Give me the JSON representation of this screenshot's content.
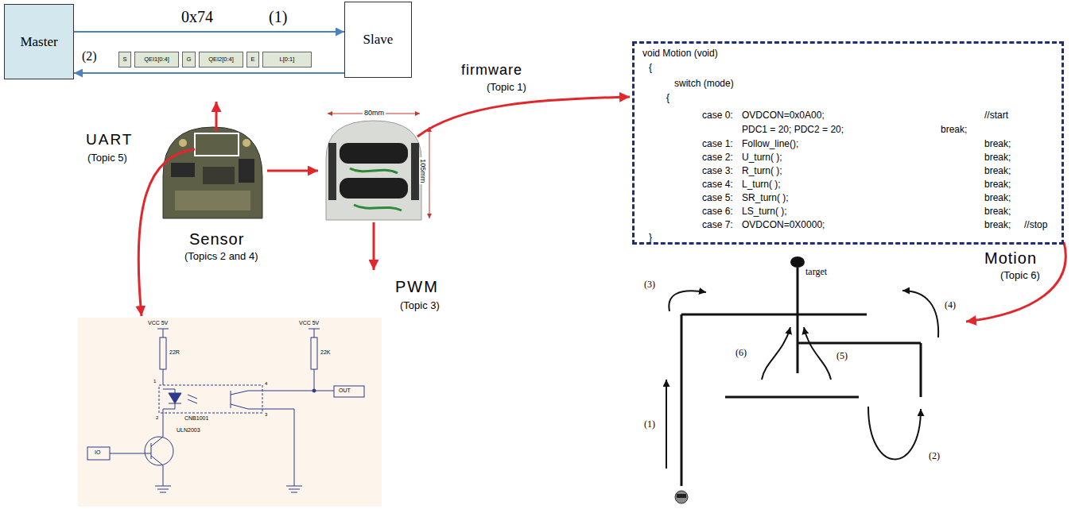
{
  "diagram": {
    "nodes": [
      {
        "text": [
          "Master"
        ]
      },
      {
        "text": [
          "Slave"
        ]
      },
      {
        "text": [
          "S"
        ]
      },
      {
        "text": [
          "QEI1[0:4]"
        ]
      },
      {
        "text": [
          "G"
        ]
      },
      {
        "text": [
          "QEI2[0:4]"
        ]
      },
      {
        "text": [
          "E"
        ]
      },
      {
        "text": [
          "L[0:1]"
        ]
      },
      {
        "text": [
          "void Motion (void)",
          "{",
          "switch (mode)",
          "{",
          "case 0:",
          "OVDCON=0x0A00;",
          "//start",
          "PDC1 = 20; PDC2 = 20;",
          "break;",
          "case 1:",
          "Follow_line();",
          "break;",
          "case 2:",
          "U_turn( );",
          "break;",
          "case 3:",
          "R_turn( );",
          "break;",
          "case 4:",
          "L_turn( );",
          "break;",
          "case 5:",
          "SR_turn( );",
          "break;",
          "case 6:",
          "LS_turn( );",
          "break;",
          "case 7:",
          "OVDCON=0X0000;",
          "break;",
          "//stop",
          "}"
        ]
      }
    ],
    "edges": [
      {
        "from": 0,
        "to": 1,
        "label": "0x74",
        "arrow": "to"
      },
      {
        "from": 1,
        "to": 0,
        "arrow": "to"
      }
    ],
    "labels": [
      "(1)",
      "(2)",
      "UART",
      "(Topic 5)",
      "firmware",
      "(Topic 1)",
      "80mm",
      "105mm",
      "Sensor",
      "(Topics 2 and 4)",
      "PWM",
      "(Topic 3)",
      "Motion",
      "(Topic 6)",
      "target",
      "(3)",
      "(4)",
      "(6)",
      "(5)",
      "(1)",
      "(2)",
      "VCC 5V",
      "VCC 5V",
      "22R",
      "22K",
      "1",
      "4",
      "CNB1001",
      "2",
      "3",
      "OUT",
      "IO",
      "ULN2003"
    ]
  }
}
